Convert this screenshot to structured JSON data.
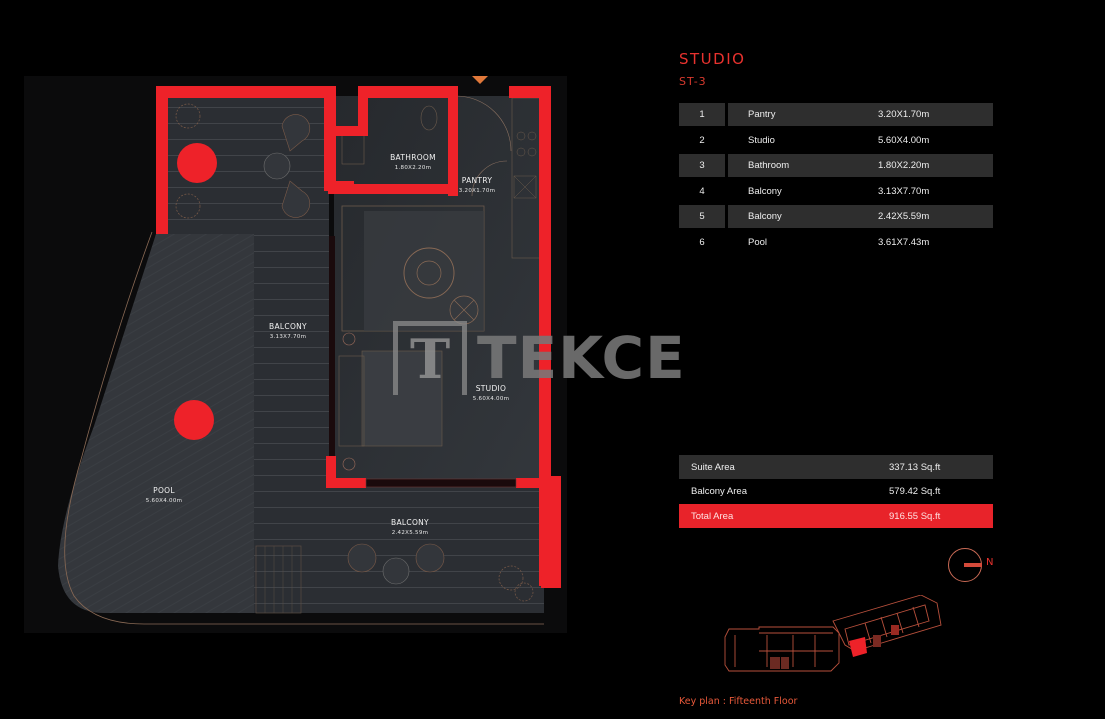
{
  "header": {
    "title": "STUDIO",
    "unit_code": "ST-3"
  },
  "rooms_table": {
    "rows": [
      {
        "num": "1",
        "name": "Pantry",
        "dim": "3.20X1.70m"
      },
      {
        "num": "2",
        "name": "Studio",
        "dim": "5.60X4.00m"
      },
      {
        "num": "3",
        "name": "Bathroom",
        "dim": "1.80X2.20m"
      },
      {
        "num": "4",
        "name": "Balcony",
        "dim": "3.13X7.70m"
      },
      {
        "num": "5",
        "name": "Balcony",
        "dim": "2.42X5.59m"
      },
      {
        "num": "6",
        "name": "Pool",
        "dim": "3.61X7.43m"
      }
    ]
  },
  "areas_table": {
    "suite": {
      "label": "Suite Area",
      "value": "337.13 Sq.ft"
    },
    "balcony": {
      "label": "Balcony Area",
      "value": "579.42 Sq.ft"
    },
    "total": {
      "label": "Total Area",
      "value": "916.55 Sq.ft"
    }
  },
  "compass": {
    "label": "N"
  },
  "keyplan": {
    "label": "Key plan : Fifteenth Floor"
  },
  "watermark": {
    "text": "TEKCE",
    "mark": "T"
  },
  "floorplan": {
    "labels": {
      "bathroom": {
        "name": "BATHROOM",
        "dim": "1.80X2.20m"
      },
      "pantry": {
        "name": "PANTRY",
        "dim": "3.20X1.70m"
      },
      "balcony_1": {
        "name": "BALCONY",
        "dim": "3.13X7.70m"
      },
      "studio": {
        "name": "STUDIO",
        "dim": "5.60X4.00m"
      },
      "pool": {
        "name": "POOL",
        "dim": "5.60X4.00m"
      },
      "balcony_2": {
        "name": "BALCONY",
        "dim": "2.42X5.59m"
      }
    }
  },
  "colors": {
    "accent_red": "#e8232a",
    "background": "#000000",
    "row_shade": "#2e2e2e",
    "floor_dark": "#2a2d31"
  }
}
